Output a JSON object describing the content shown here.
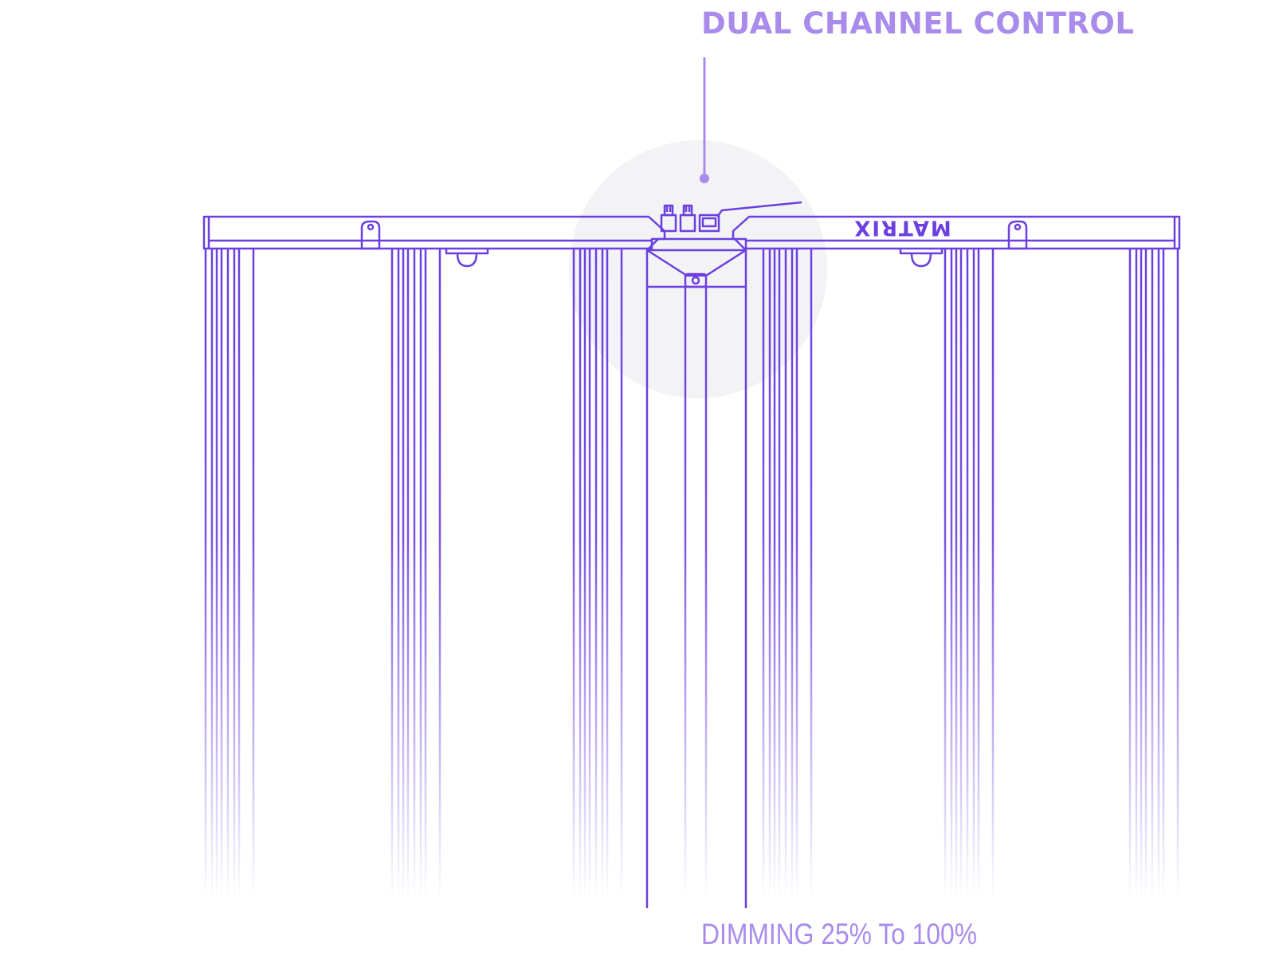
{
  "callout": {
    "title": "DUAL CHANNEL CONTROL"
  },
  "caption": {
    "text": "DIMMING 25% To 100%"
  },
  "product": {
    "brand": "MATRIX"
  },
  "colors": {
    "line": "#6b3fe0",
    "accent_text": "#a98bec",
    "halo": "#f3f3f5"
  }
}
